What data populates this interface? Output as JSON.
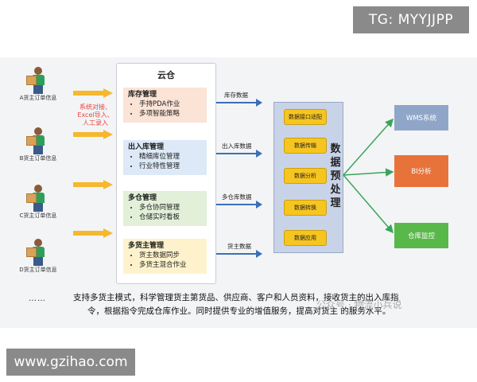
{
  "banners": {
    "tag": "TG: MYYJJPP",
    "site": "www.gzihao.com"
  },
  "owners": [
    {
      "label": "A货主订单信息"
    },
    {
      "label": "B货主订单信息"
    },
    {
      "label": "C货主订单信息"
    },
    {
      "label": "D货主订单信息"
    }
  ],
  "owners_more": "……",
  "input_method": {
    "line1": "系统对接、",
    "line2": "Excel导入、",
    "line3": "人工录入"
  },
  "cloud": {
    "title": "云仓",
    "modules": [
      {
        "title": "库存管理",
        "items": [
          "手持PDA作业",
          "多项智能策略"
        ],
        "output": "库存数据"
      },
      {
        "title": "出入库管理",
        "items": [
          "精细库位管理",
          "行业特性管理"
        ],
        "output": "出入库数据"
      },
      {
        "title": "多仓管理",
        "items": [
          "多仓协同管理",
          "仓储实时看板"
        ],
        "output": "多仓库数据"
      },
      {
        "title": "多货主管理",
        "items": [
          "货主数据同步",
          "多货主混合作业"
        ],
        "output": "货主数据"
      }
    ]
  },
  "preprocessing": {
    "title": "数据预处理",
    "steps": [
      "数据接口适配",
      "数据传输",
      "数据分析",
      "数据转换",
      "数据应用"
    ]
  },
  "outputs": [
    "WMS系统",
    "BI分析",
    "仓库监控"
  ],
  "caption": {
    "line1": "支持多货主模式，科学管理货主第货品、供应商、客户和人员资料，接收货主的出入库指",
    "line2": "令，根据指令完成仓库作业。同时提供专业的增值服务，提高对货主 的服务水平。"
  },
  "watermark": "公众号 · 物流小兵说",
  "colors": {
    "inventory": "#fbe3d6",
    "inout": "#dde9f7",
    "multiwh": "#e2f0d9",
    "multiowner": "#fdf2cc",
    "prep": "#c9d3e8",
    "step": "#f7c51f",
    "wms": "#8fa6c9",
    "bi": "#e8733a",
    "monitor": "#59b84a",
    "arrow": "#3b6fb6",
    "input_arrow": "#f5b82e",
    "input_text": "#e8463c",
    "fan_line": "#3aa55a"
  }
}
